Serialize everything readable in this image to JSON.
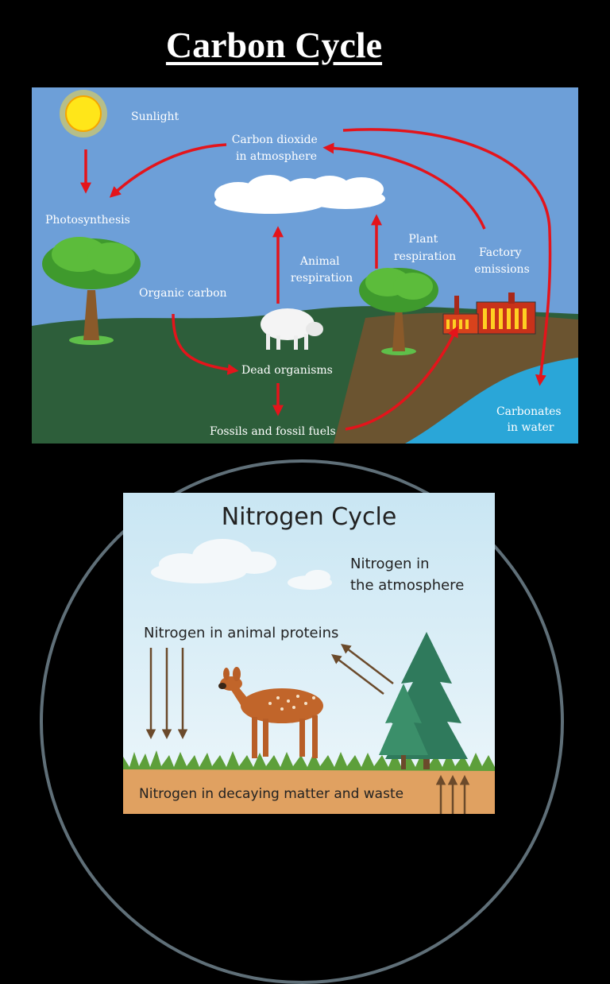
{
  "slide_title": "Carbon Cycle",
  "carbon_cycle": {
    "labels": {
      "sunlight": "Sunlight",
      "co2_line1": "Carbon dioxide",
      "co2_line2": "in atmosphere",
      "photosynthesis": "Photosynthesis",
      "organic_carbon": "Organic carbon",
      "animal_resp_line1": "Animal",
      "animal_resp_line2": "respiration",
      "plant_resp_line1": "Plant",
      "plant_resp_line2": "respiration",
      "factory_line1": "Factory",
      "factory_line2": "emissions",
      "dead_organisms": "Dead organisms",
      "fossils": "Fossils and fossil fuels",
      "carbonates_line1": "Carbonates",
      "carbonates_line2": "in water"
    },
    "colors": {
      "sky": "#6d9fd8",
      "ground": "#2d5e3a",
      "soil": "#6b5430",
      "water": "#2aa6d8",
      "arrow": "#e4141b"
    }
  },
  "nitrogen_cycle": {
    "title": "Nitrogen Cycle",
    "labels": {
      "atmosphere_line1": "Nitrogen in",
      "atmosphere_line2": "the atmosphere",
      "animal_proteins": "Nitrogen in animal proteins",
      "decaying": "Nitrogen in decaying matter and waste"
    },
    "colors": {
      "sky": "#d6ecf6",
      "soil": "#e0a161",
      "grass": "#5d9f3a",
      "arrow": "#6b4a2b"
    }
  }
}
